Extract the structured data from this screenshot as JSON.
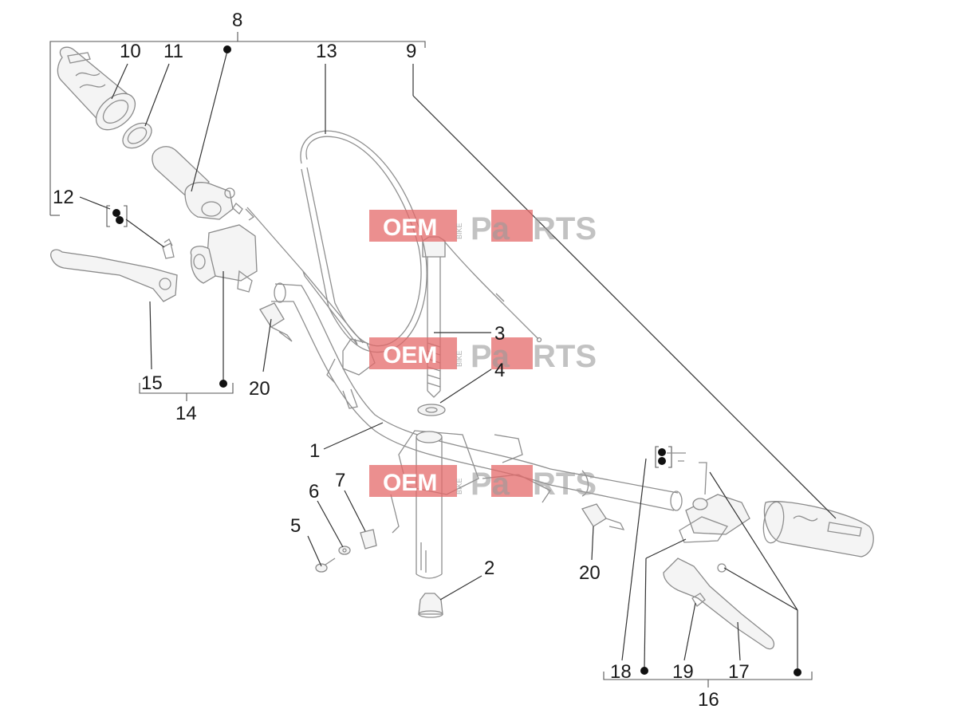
{
  "diagram": {
    "labels": [
      "8",
      "9",
      "10",
      "11",
      "13",
      "12",
      "15",
      "14",
      "20",
      "3",
      "4",
      "1",
      "6",
      "7",
      "5",
      "2",
      "20",
      "18",
      "19",
      "17",
      "16"
    ],
    "watermark": {
      "oem": "OEM",
      "bike": "BIKE",
      "pa": "Pa",
      "rts": "RTS"
    }
  }
}
